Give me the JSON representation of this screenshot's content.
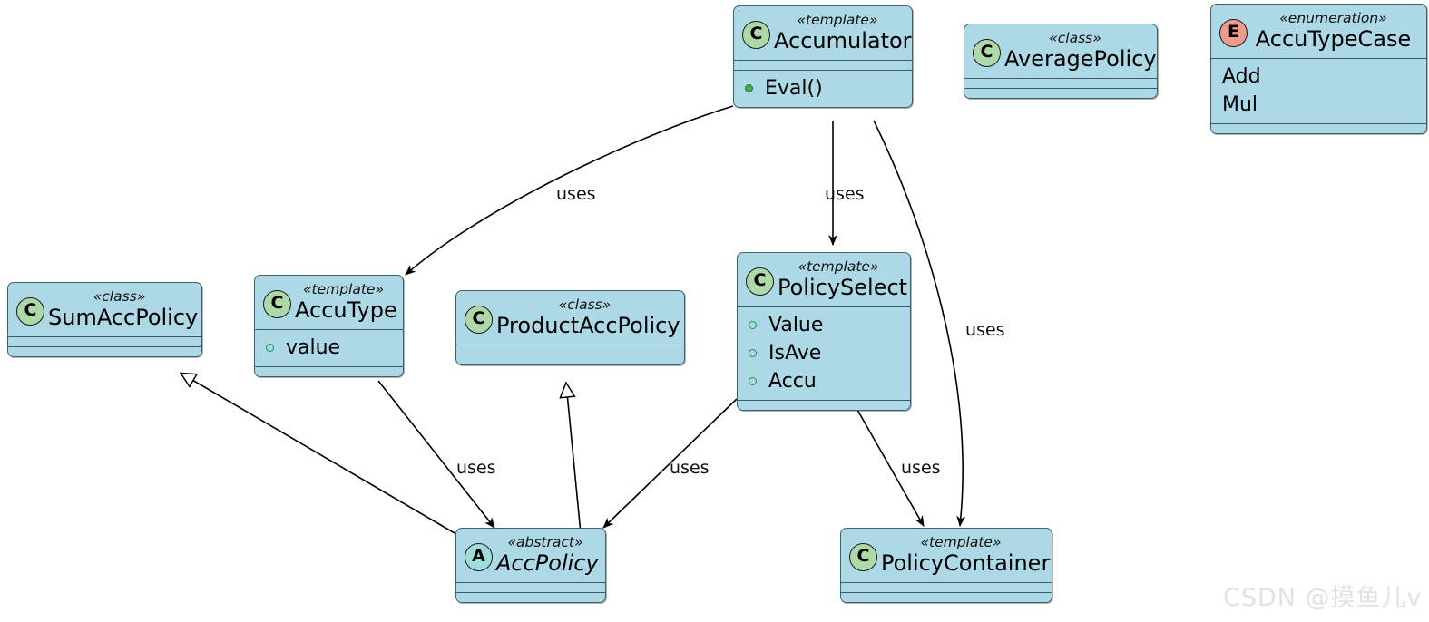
{
  "diagram": {
    "kind": "uml-class-diagram",
    "colors": {
      "node_fill": "#ADD8E6",
      "node_border": "#41606e",
      "class_icon_fill": "#ADD8A7",
      "enum_icon_fill": "#EE9A8C",
      "abstract_icon_fill": "#9FDCDC",
      "public_member_marker": "#3fae4a",
      "edge_stroke": "#000000",
      "watermark": "#e2e2e2"
    }
  },
  "nodes": [
    {
      "id": "accumulator",
      "stereotype": "«template»",
      "name": "Accumulator",
      "icon": "class-c-icon",
      "icon_letter": "C",
      "members": [
        {
          "label": "Eval()",
          "marker": "public-filled"
        }
      ],
      "has_empty_compartment_top": true,
      "has_empty_compartment_bottom": false
    },
    {
      "id": "average-policy",
      "stereotype": "«class»",
      "name": "AveragePolicy",
      "icon": "class-c-icon",
      "icon_letter": "C",
      "members": [],
      "has_empty_compartment_top": true,
      "has_empty_compartment_bottom": true
    },
    {
      "id": "accu-type-case",
      "stereotype": "«enumeration»",
      "name": "AccuTypeCase",
      "icon": "enumeration-e-icon",
      "icon_letter": "E",
      "literals": [
        "Add",
        "Mul"
      ],
      "has_empty_compartment_top": false,
      "has_empty_compartment_bottom": true
    },
    {
      "id": "sum-acc-policy",
      "stereotype": "«class»",
      "name": "SumAccPolicy",
      "icon": "class-c-icon",
      "icon_letter": "C",
      "members": [],
      "has_empty_compartment_top": true,
      "has_empty_compartment_bottom": true
    },
    {
      "id": "accu-type",
      "stereotype": "«template»",
      "name": "AccuType",
      "icon": "class-c-icon",
      "icon_letter": "C",
      "members": [
        {
          "label": "value",
          "marker": "public-hollow"
        }
      ],
      "has_empty_compartment_top": false,
      "has_empty_compartment_bottom": true
    },
    {
      "id": "product-acc-policy",
      "stereotype": "«class»",
      "name": "ProductAccPolicy",
      "icon": "class-c-icon",
      "icon_letter": "C",
      "members": [],
      "has_empty_compartment_top": true,
      "has_empty_compartment_bottom": true
    },
    {
      "id": "policy-select",
      "stereotype": "«template»",
      "name": "PolicySelect",
      "icon": "class-c-icon",
      "icon_letter": "C",
      "members": [
        {
          "label": "Value",
          "marker": "public-hollow"
        },
        {
          "label": "IsAve",
          "marker": "public-hollow"
        },
        {
          "label": "Accu",
          "marker": "public-hollow"
        }
      ],
      "has_empty_compartment_top": false,
      "has_empty_compartment_bottom": true
    },
    {
      "id": "acc-policy",
      "stereotype": "«abstract»",
      "name": "AccPolicy",
      "name_italic": true,
      "icon": "abstract-a-icon",
      "icon_letter": "A",
      "members": [],
      "has_empty_compartment_top": true,
      "has_empty_compartment_bottom": true
    },
    {
      "id": "policy-container",
      "stereotype": "«template»",
      "name": "PolicyContainer",
      "icon": "class-c-icon",
      "icon_letter": "C",
      "members": [],
      "has_empty_compartment_top": true,
      "has_empty_compartment_bottom": true
    }
  ],
  "edges": [
    {
      "id": "accumulator-uses-accutype",
      "from": "accumulator",
      "to": "accu-type",
      "type": "dependency",
      "label": "uses"
    },
    {
      "id": "accumulator-uses-policyselect",
      "from": "accumulator",
      "to": "policy-select",
      "type": "dependency",
      "label": "uses"
    },
    {
      "id": "accumulator-uses-policycontainer",
      "from": "accumulator",
      "to": "policy-container",
      "type": "dependency",
      "label": "uses"
    },
    {
      "id": "accutype-uses-accpolicy",
      "from": "accu-type",
      "to": "acc-policy",
      "type": "dependency",
      "label": "uses"
    },
    {
      "id": "policyselect-uses-accpolicy",
      "from": "policy-select",
      "to": "acc-policy",
      "type": "dependency",
      "label": "uses"
    },
    {
      "id": "policyselect-uses-policycontainer",
      "from": "policy-select",
      "to": "policy-container",
      "type": "dependency",
      "label": "uses"
    },
    {
      "id": "accpolicy-inherits-sumaccpolicy",
      "from": "acc-policy",
      "to": "sum-acc-policy",
      "type": "generalization",
      "label": ""
    },
    {
      "id": "accpolicy-inherits-productaccpolicy",
      "from": "acc-policy",
      "to": "product-acc-policy",
      "type": "generalization",
      "label": ""
    }
  ],
  "edge_labels": [
    {
      "id": "label-accumulator-accutype",
      "text": "uses"
    },
    {
      "id": "label-accumulator-policyselect",
      "text": "uses"
    },
    {
      "id": "label-accumulator-policycontainer",
      "text": "uses"
    },
    {
      "id": "label-accutype-accpolicy",
      "text": "uses"
    },
    {
      "id": "label-policyselect-accpolicy",
      "text": "uses"
    },
    {
      "id": "label-policyselect-policycontainer",
      "text": "uses"
    }
  ],
  "watermark": {
    "text": "CSDN @摸鱼儿v"
  }
}
